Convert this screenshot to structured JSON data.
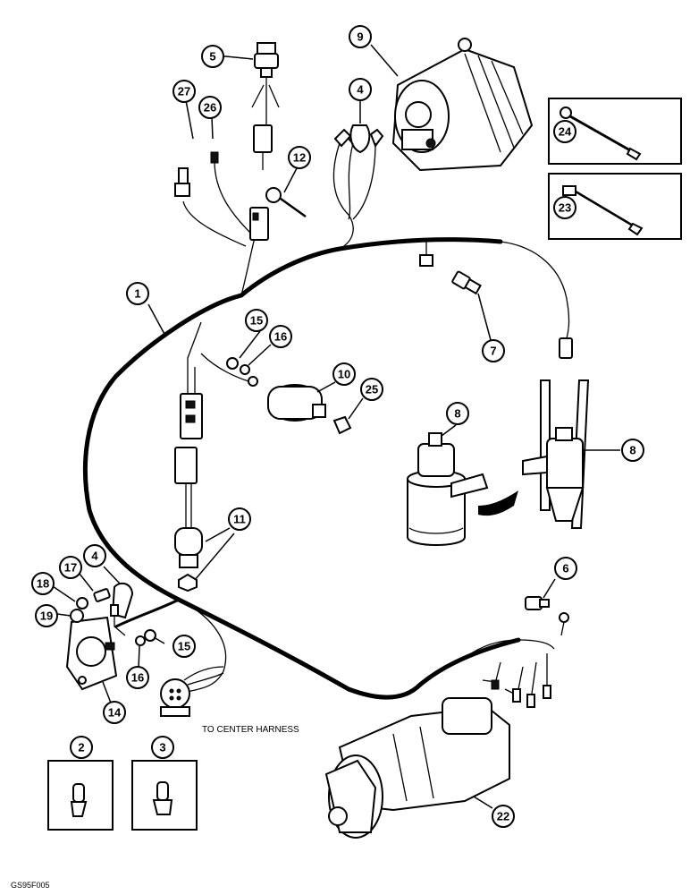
{
  "callouts": {
    "c1": "1",
    "c2": "2",
    "c3": "3",
    "c4": "4",
    "c5": "5",
    "c6": "6",
    "c7": "7",
    "c8": "8",
    "c9": "9",
    "c10": "10",
    "c11": "11",
    "c12": "12",
    "c14": "14",
    "c15": "15",
    "c16": "16",
    "c17": "17",
    "c18": "18",
    "c19": "19",
    "c22": "22",
    "c23": "23",
    "c24": "24",
    "c25": "25",
    "c26": "26",
    "c27": "27"
  },
  "captions": {
    "to_center_harness": "TO CENTER HARNESS",
    "figure_id": "GS95F005"
  }
}
